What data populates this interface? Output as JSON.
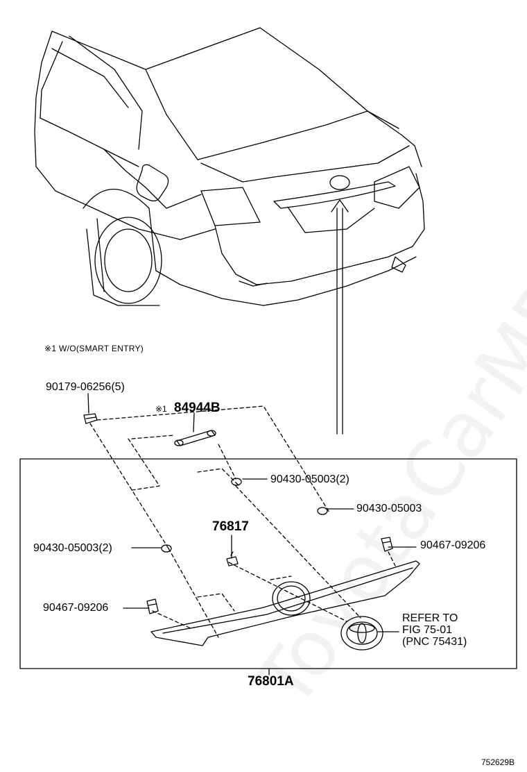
{
  "watermark": "ToyotaCarMPS.ru",
  "note": "※1 W/O(SMART ENTRY)",
  "parts": {
    "p1": "90179-06256(5)",
    "p2_prefix": "※1",
    "p2": "84944B",
    "p3": "90430-05003(2)",
    "p4": "90430-05003",
    "p5": "76817",
    "p6": "90430-05003(2)",
    "p7": "90467-09206",
    "p8": "90467-09206",
    "main": "76801A"
  },
  "refer": {
    "line1": "REFER TO",
    "line2": "FIG 75-01",
    "line3": "(PNC 75431)"
  },
  "diagram_id": "752629B",
  "colors": {
    "ink": "#000000",
    "background": "#ffffff"
  }
}
